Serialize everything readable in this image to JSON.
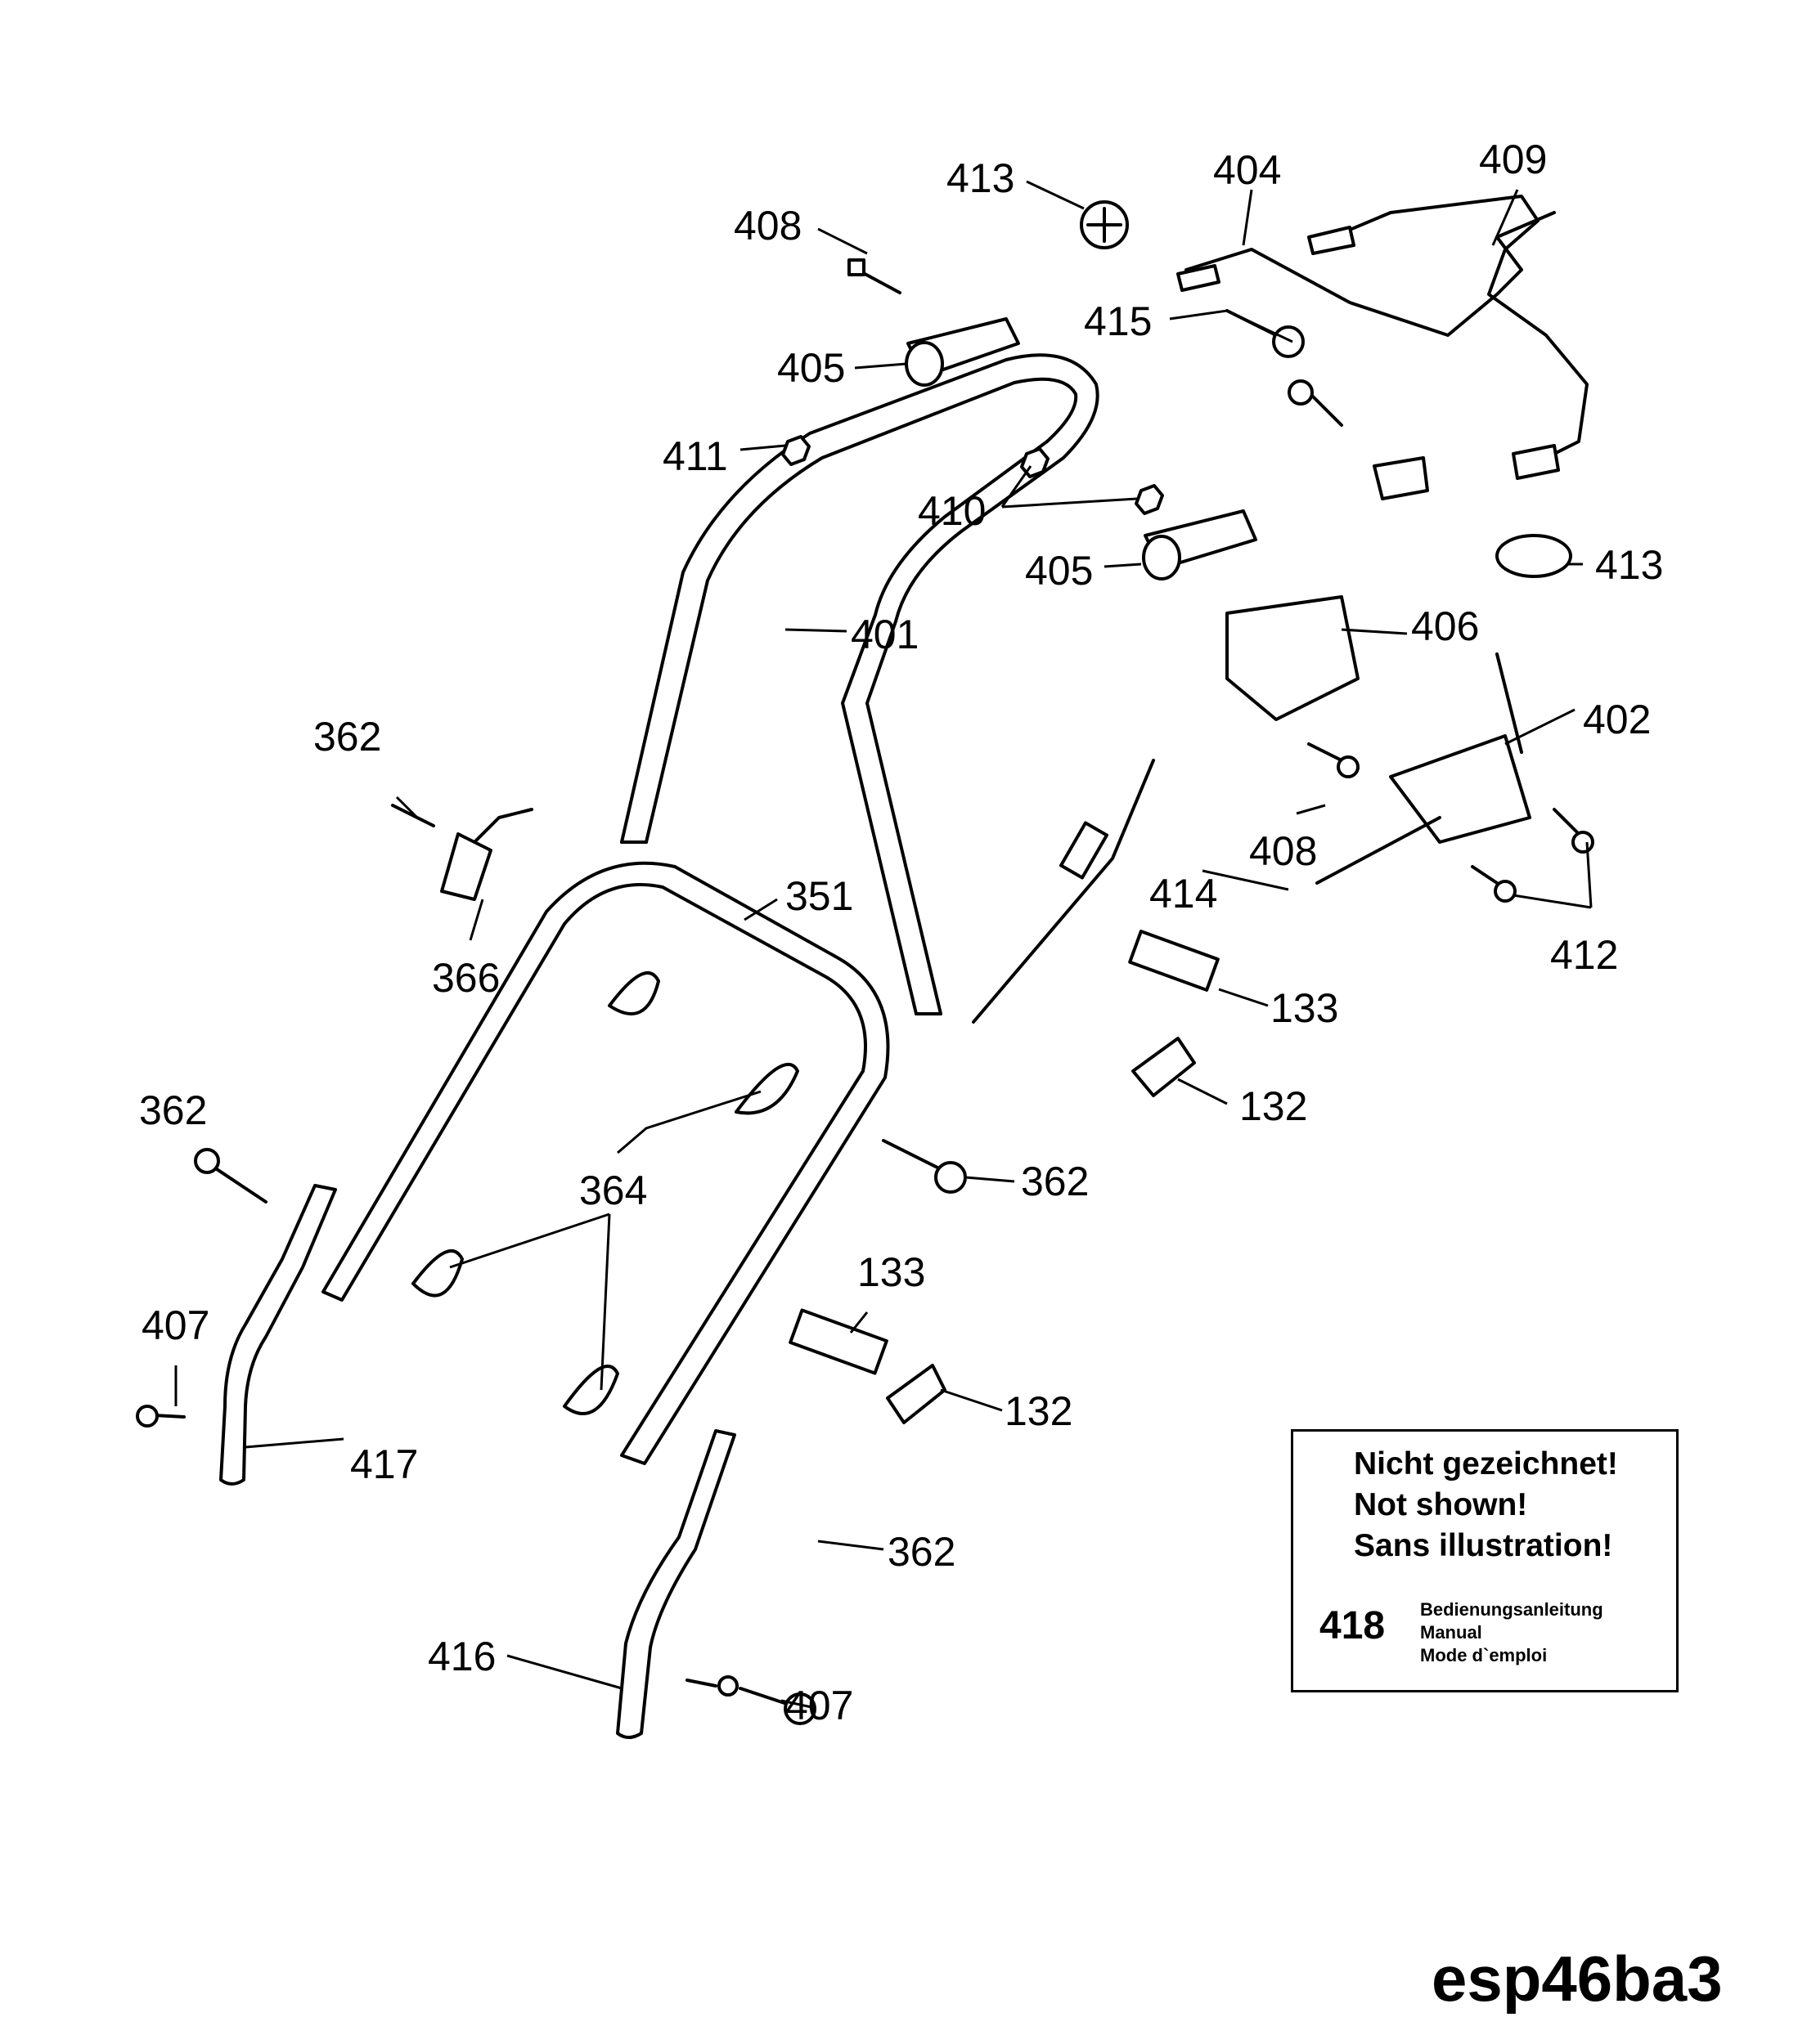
{
  "labels": {
    "p413_top": "413",
    "p404": "404",
    "p409": "409",
    "p408_top": "408",
    "p415": "415",
    "p405_top": "405",
    "p411": "411",
    "p410": "410",
    "p413_right": "413",
    "p405_mid": "405",
    "p401": "401",
    "p406": "406",
    "p402": "402",
    "p362_a": "362",
    "p408_mid": "408",
    "p414": "414",
    "p412": "412",
    "p351": "351",
    "p366": "366",
    "p133_a": "133",
    "p132_a": "132",
    "p362_b": "362",
    "p362_c": "362",
    "p364": "364",
    "p133_b": "133",
    "p407_a": "407",
    "p132_b": "132",
    "p417": "417",
    "p362_d": "362",
    "p416": "416",
    "p407_b": "407"
  },
  "note": {
    "line1": "Nicht gezeichnet!",
    "line2": "Not shown!",
    "line3": "Sans illustration!",
    "part_number": "418",
    "desc_de": "Bedienungsanleitung",
    "desc_en": "Manual",
    "desc_fr": "Mode d`emploi"
  },
  "drawing_code": "esp46ba3"
}
